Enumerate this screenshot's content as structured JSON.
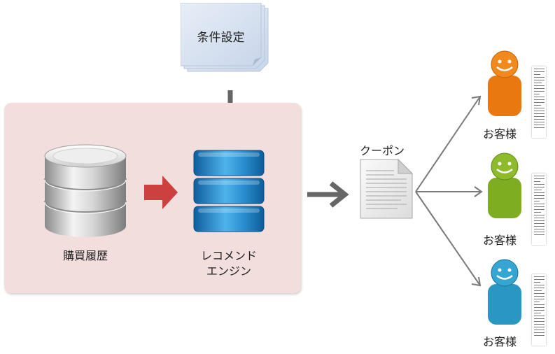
{
  "conditions": {
    "label": "条件設定"
  },
  "history": {
    "label": "購買履歴"
  },
  "engine": {
    "label_line1": "レコメンド",
    "label_line2": "エンジン"
  },
  "coupon": {
    "label": "クーポン"
  },
  "customers": [
    {
      "label": "お客様",
      "color": "#e8780f"
    },
    {
      "label": "お客様",
      "color": "#7fad21"
    },
    {
      "label": "お客様",
      "color": "#2a97c3"
    }
  ],
  "colors": {
    "panel": "#f3dede",
    "arrow_red": "#cc4040",
    "arrow_grey": "#666666",
    "note_paper": "#dce6f2",
    "engine_blue": "#1f7fc4"
  }
}
